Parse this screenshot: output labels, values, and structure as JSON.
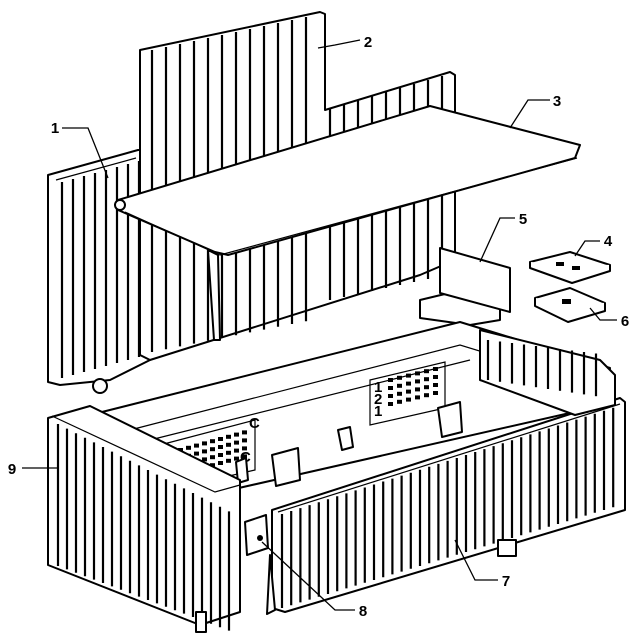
{
  "figure": {
    "callouts": [
      {
        "id": "1",
        "text": "1"
      },
      {
        "id": "2",
        "text": "2"
      },
      {
        "id": "3",
        "text": "3"
      },
      {
        "id": "4",
        "text": "4"
      },
      {
        "id": "5",
        "text": "5"
      },
      {
        "id": "6",
        "text": "6"
      },
      {
        "id": "7",
        "text": "7"
      },
      {
        "id": "8",
        "text": "8"
      },
      {
        "id": "9",
        "text": "9"
      }
    ],
    "board_marks": [
      "C",
      "C",
      "1",
      "2",
      "1"
    ]
  }
}
